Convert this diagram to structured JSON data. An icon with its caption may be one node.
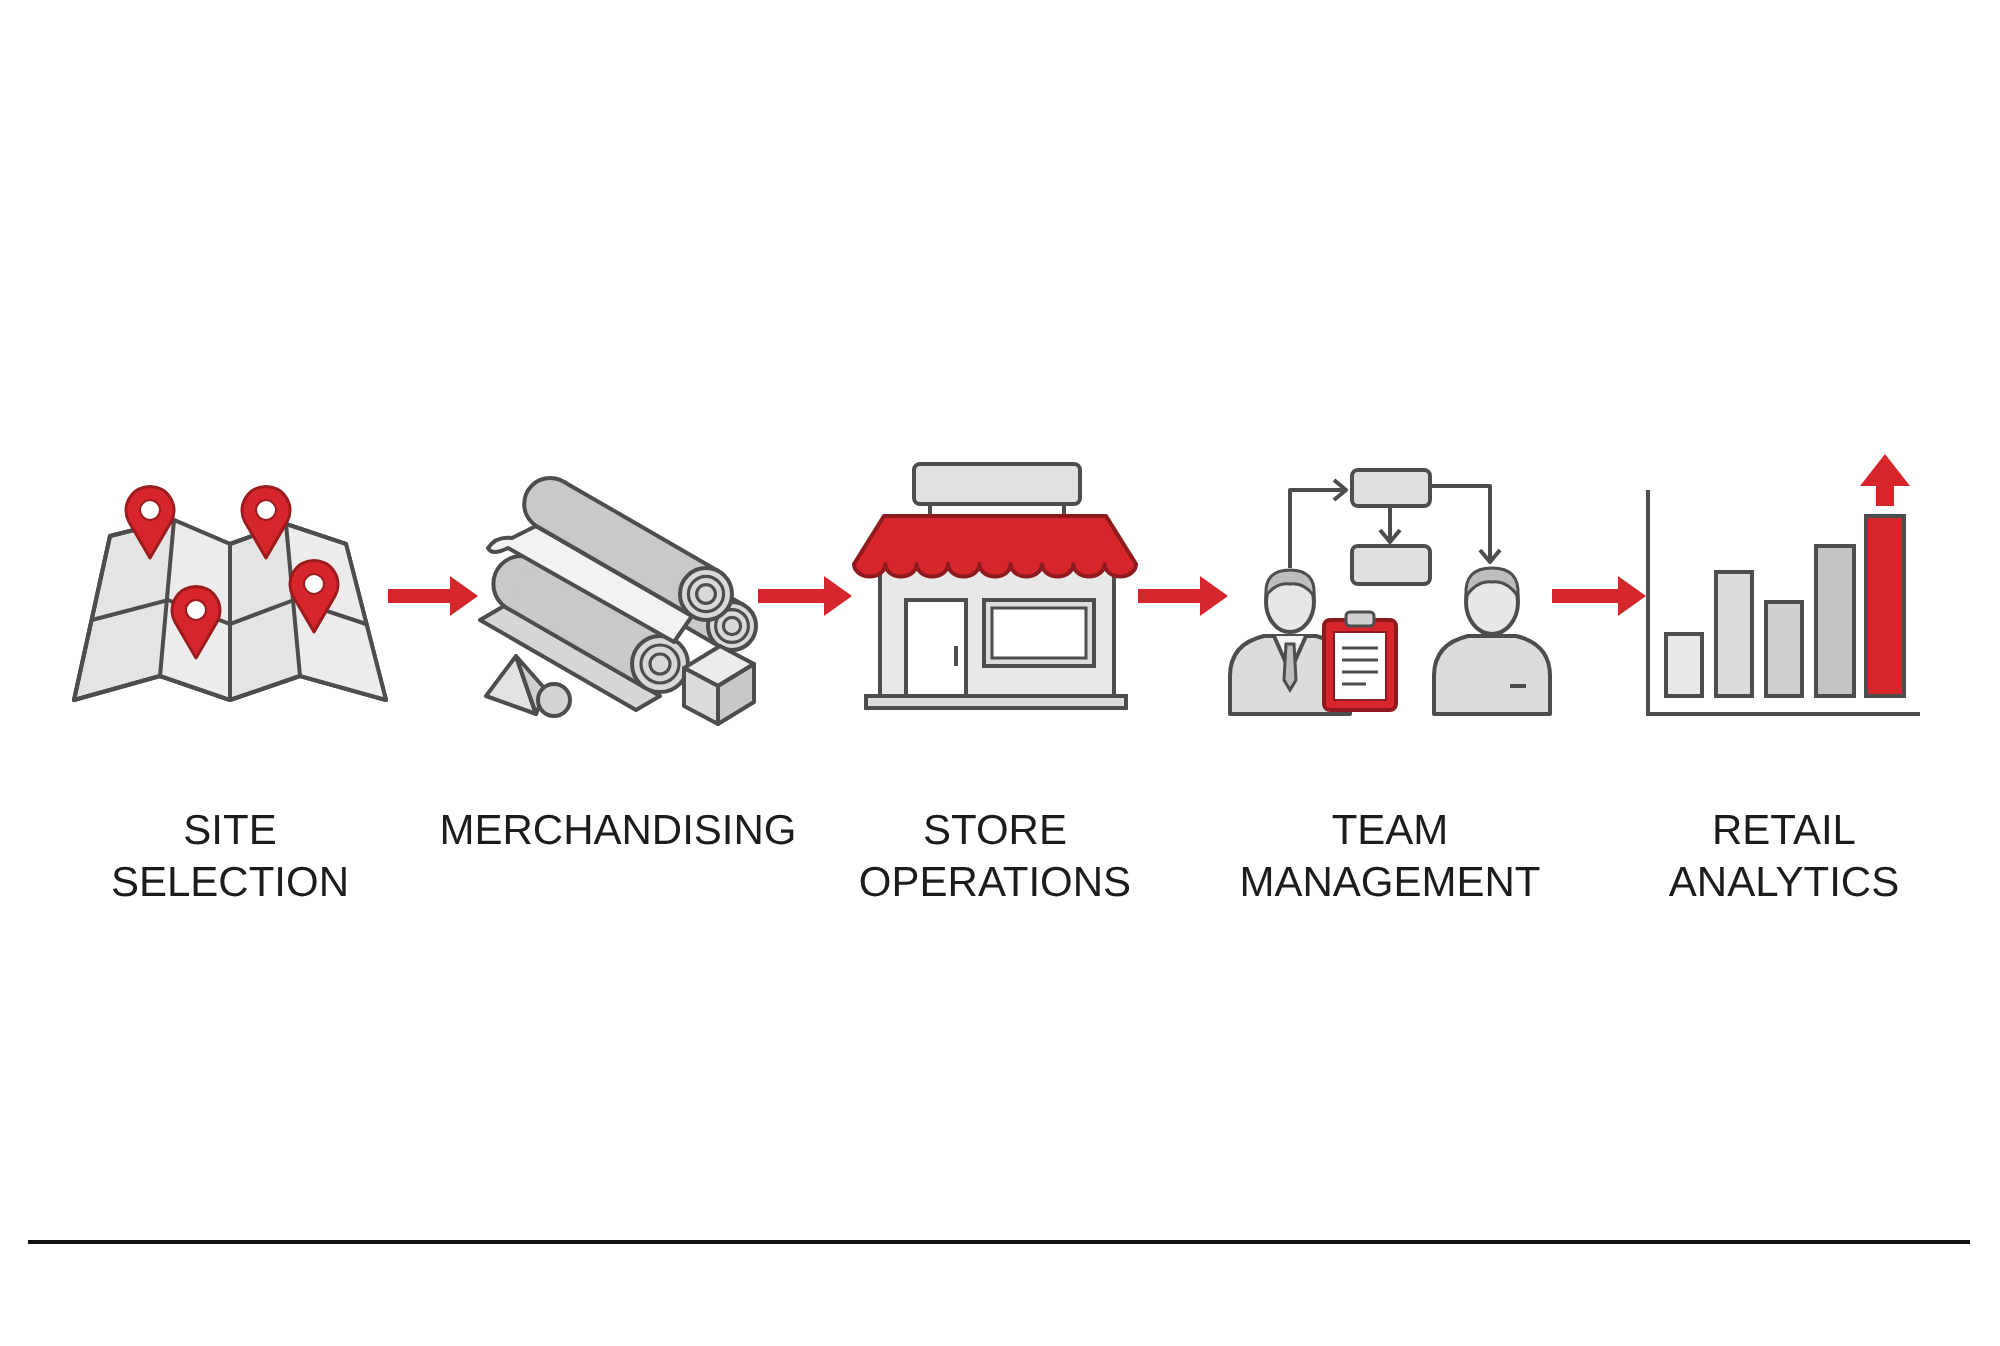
{
  "diagram": {
    "nodes": [
      {
        "text": [
          "SITE SELECTION"
        ]
      },
      {
        "text": [
          "MERCHANDISING"
        ]
      },
      {
        "text": [
          "STORE OPERATIONS"
        ]
      },
      {
        "text": [
          "TEAM MANAGEMENT"
        ]
      },
      {
        "text": [
          "RETAIL ANALYTICS"
        ]
      }
    ],
    "edges": [
      {
        "from": 0,
        "to": 1,
        "arrow": "to"
      },
      {
        "from": 1,
        "to": 2,
        "arrow": "to"
      },
      {
        "from": 2,
        "to": 3,
        "arrow": "to"
      },
      {
        "from": 3,
        "to": 4,
        "arrow": "to"
      }
    ]
  }
}
